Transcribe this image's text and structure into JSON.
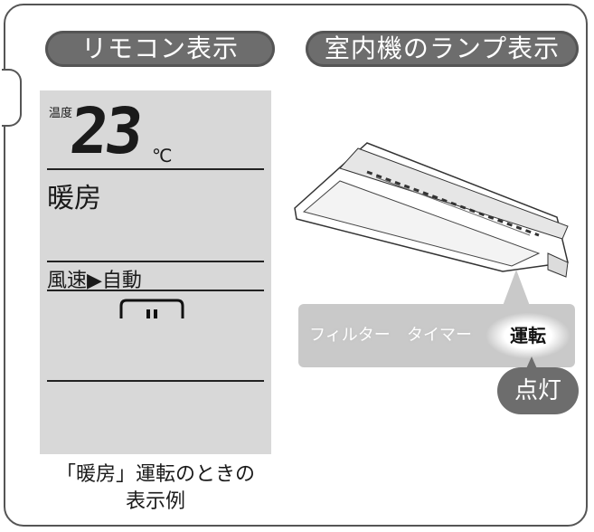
{
  "remote": {
    "header": "リモコン表示",
    "temperature_label": "温度",
    "temperature_value": "23",
    "temperature_unit": "℃",
    "mode": "暖房",
    "fan": "風速▶自動"
  },
  "unit": {
    "header": "室内機のランプ表示",
    "lamps": [
      "フィルター",
      "タイマー",
      "運転"
    ],
    "lit_lamp": "運転",
    "status": "点灯"
  },
  "caption": {
    "line1": "「暖房」運転のときの",
    "line2": "表示例"
  },
  "colors": {
    "pill": "#6d6d6d",
    "lcd": "#d8d8d8",
    "panel": "#c9c9c9",
    "frame": "#555555"
  }
}
